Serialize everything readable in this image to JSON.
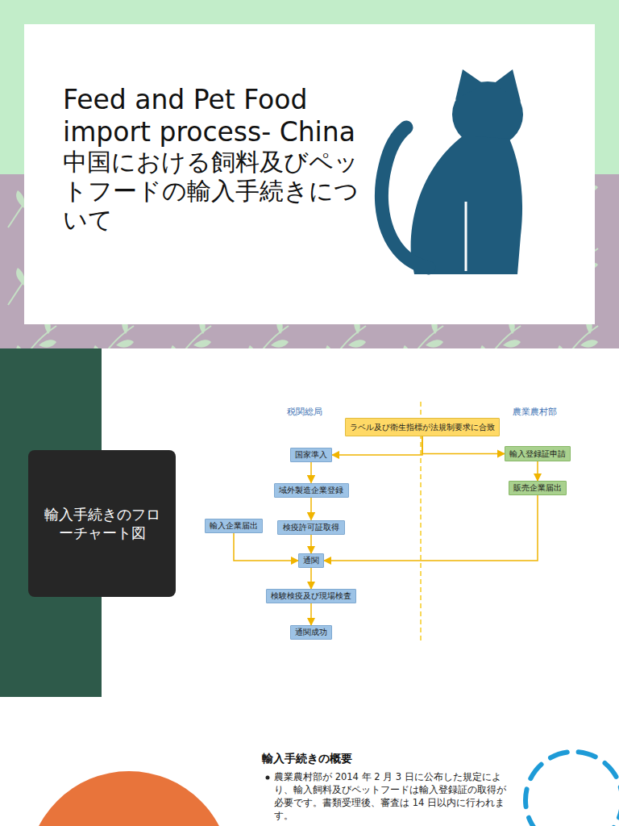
{
  "diagram": {
    "title": "Feed and Pet Food import process- China",
    "nodes": [
      {
        "text": [
          "輸入手続きのフローチャート図"
        ]
      },
      {
        "text": [
          "ラベル及び衛生指標が法規制要求に合致"
        ]
      },
      {
        "text": [
          "国家準入"
        ]
      },
      {
        "text": [
          "輸入登録証申請"
        ]
      },
      {
        "text": [
          "域外製造企業登録"
        ]
      },
      {
        "text": [
          "販売企業届出"
        ]
      },
      {
        "text": [
          "輸入企業届出"
        ]
      },
      {
        "text": [
          "検疫許可証取得"
        ]
      },
      {
        "text": [
          "通関"
        ]
      },
      {
        "text": [
          "検験検疫及び現場検査"
        ]
      },
      {
        "text": [
          "通関成功"
        ]
      }
    ],
    "edges": [
      {
        "from": 1,
        "to": 2,
        "arrow": "to"
      },
      {
        "from": 1,
        "to": 3,
        "arrow": "to"
      },
      {
        "from": 2,
        "to": 4,
        "arrow": "to"
      },
      {
        "from": 4,
        "to": 7,
        "arrow": "to"
      },
      {
        "from": 7,
        "to": 8,
        "arrow": "to"
      },
      {
        "from": 6,
        "to": 8,
        "arrow": "to"
      },
      {
        "from": 3,
        "to": 5,
        "arrow": "to"
      },
      {
        "from": 5,
        "to": 8,
        "arrow": "to"
      },
      {
        "from": 8,
        "to": 9,
        "arrow": "to"
      },
      {
        "from": 9,
        "to": 10,
        "arrow": "to"
      }
    ],
    "labels": [
      "中国における飼料及びペットフードの輸入手続きについて",
      "税関総局",
      "農業農村部",
      "輸入手続きの概要",
      "農業農村部が 2014 年 2 月 3 日に公布した規定により、輸入飼料及びペットフードは輸入登録証の取得が必要です。書類受理後、審査は 14 日以内に行われます。"
    ]
  }
}
